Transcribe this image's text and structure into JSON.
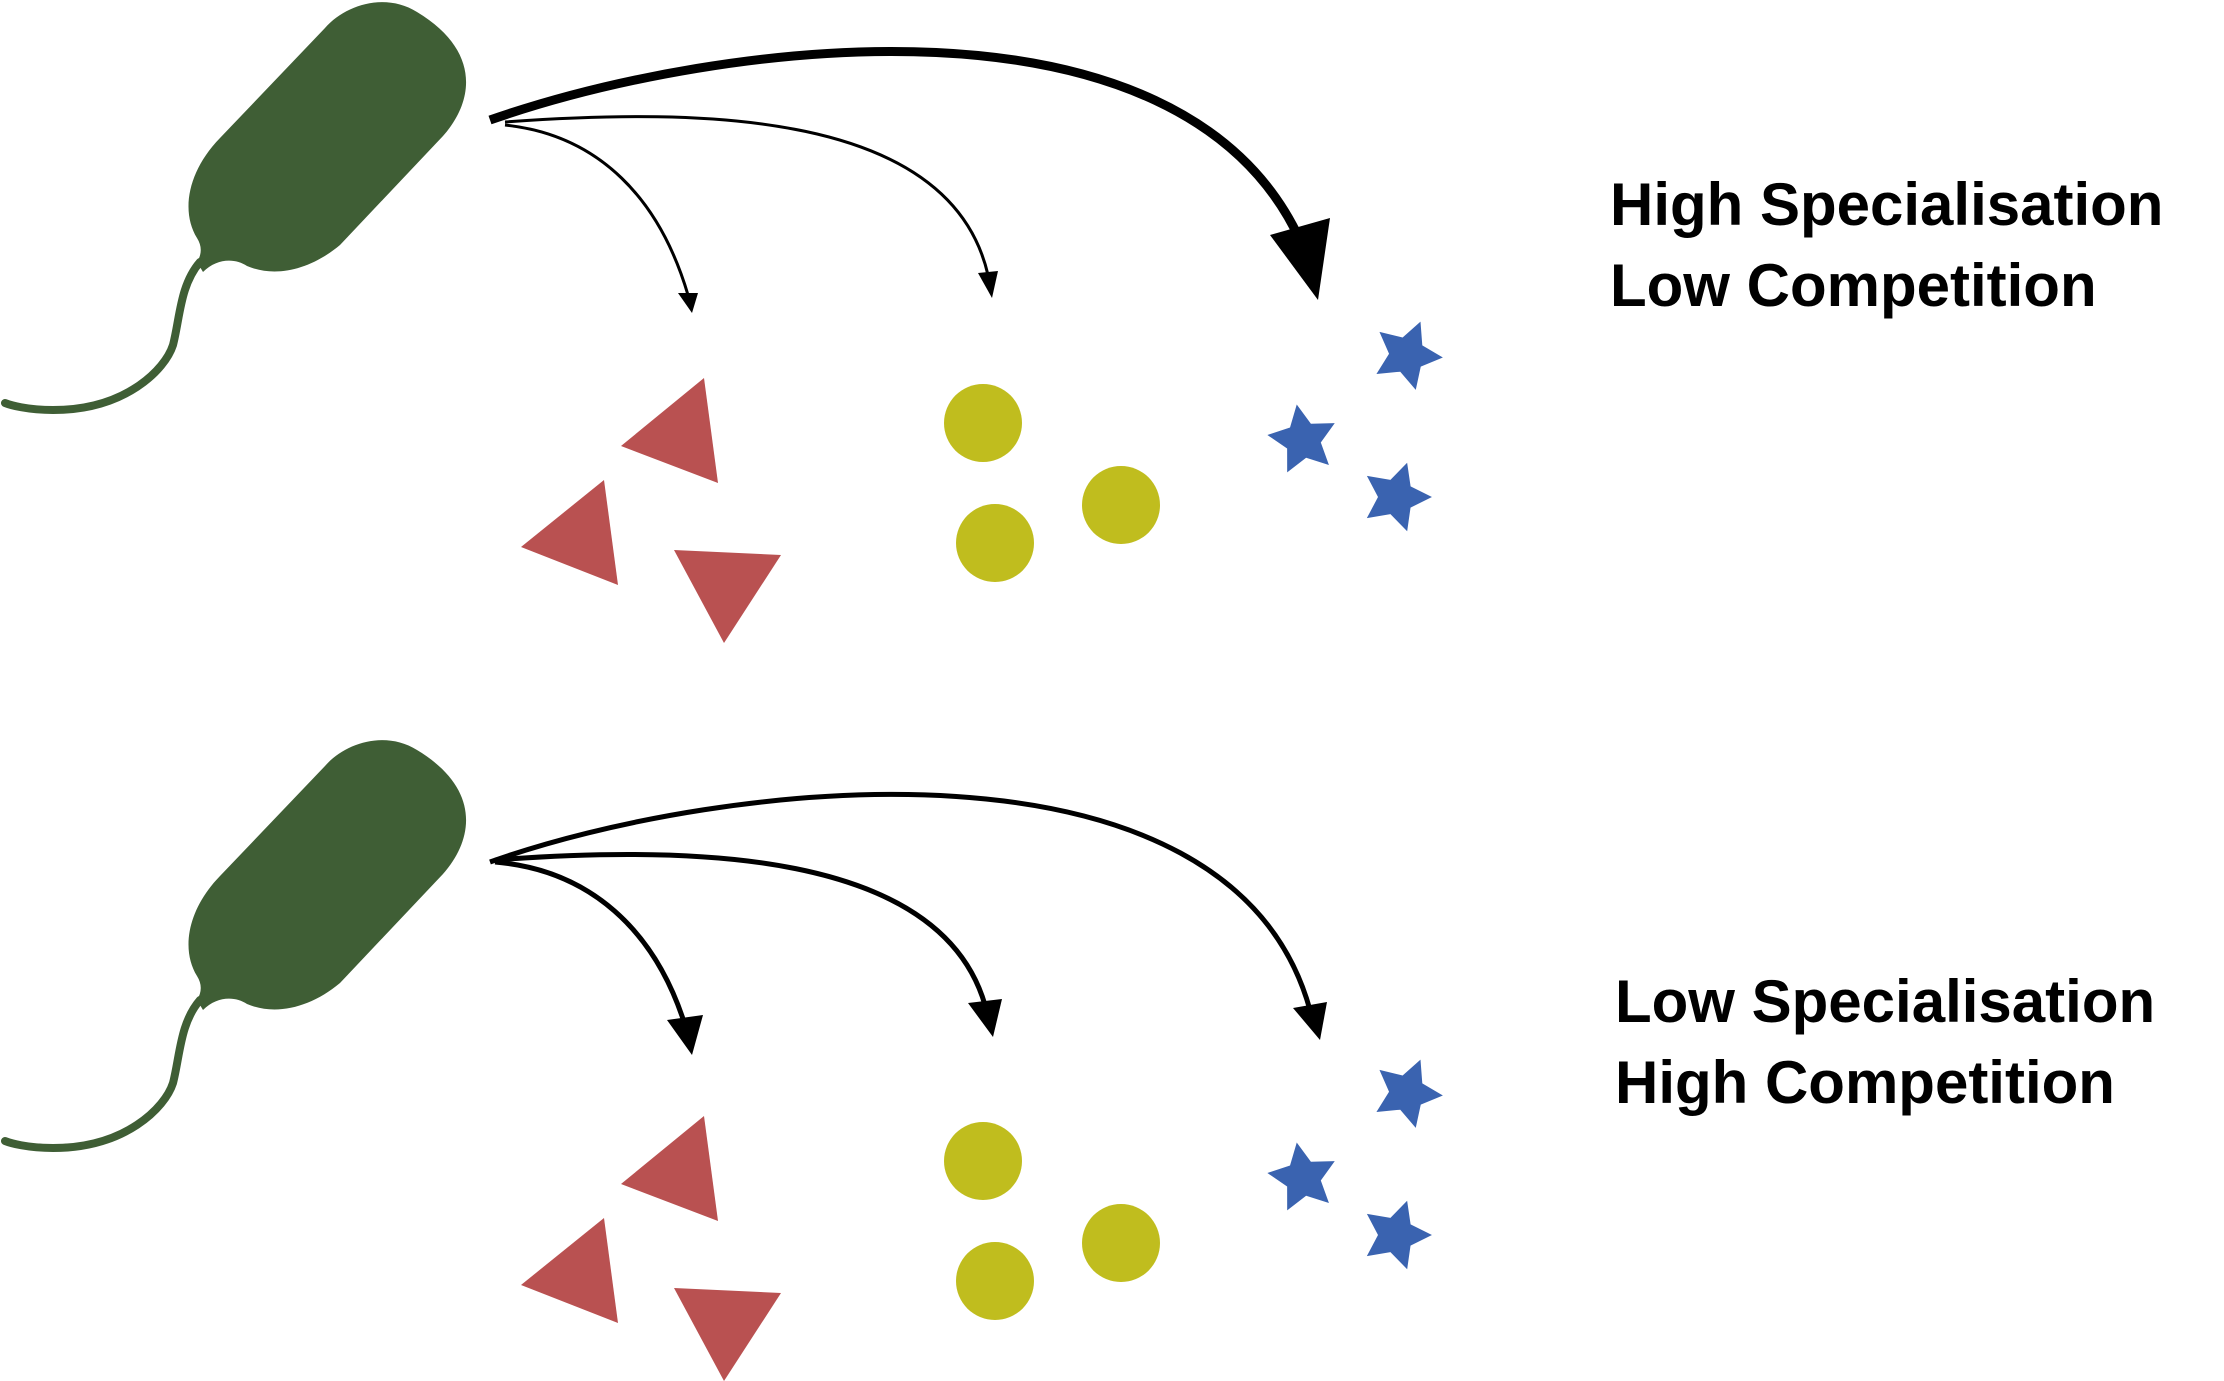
{
  "panels": [
    {
      "label_line1": "High Specialisation",
      "label_line2": "Low Competition",
      "arrows": [
        {
          "target": "triangles",
          "weight": "thin"
        },
        {
          "target": "circles",
          "weight": "thin"
        },
        {
          "target": "stars",
          "weight": "thick"
        }
      ]
    },
    {
      "label_line1": "Low Specialisation",
      "label_line2": "High Competition",
      "arrows": [
        {
          "target": "triangles",
          "weight": "medium"
        },
        {
          "target": "circles",
          "weight": "medium"
        },
        {
          "target": "stars",
          "weight": "medium"
        }
      ]
    }
  ],
  "colors": {
    "bacterium": "#3f5e35",
    "triangle": "#b95151",
    "circle": "#c0bd1e",
    "star": "#3a63b0",
    "arrow": "#000000"
  }
}
